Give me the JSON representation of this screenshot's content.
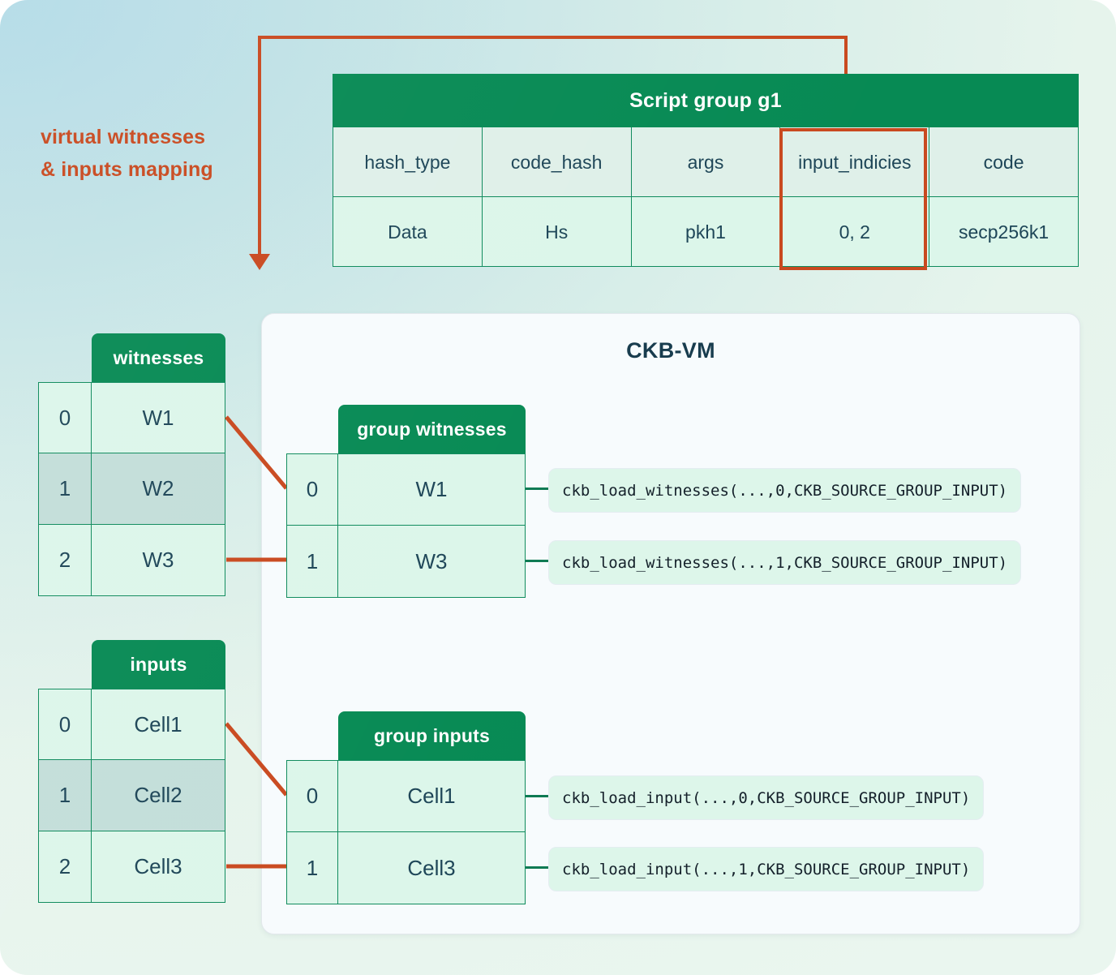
{
  "annotation": {
    "line1": "virtual witnesses",
    "line2": "& inputs mapping",
    "color": "#c9491f"
  },
  "script_group": {
    "title": "Script group g1",
    "columns": [
      "hash_type",
      "code_hash",
      "args",
      "input_indicies",
      "code"
    ],
    "values": [
      "Data",
      "Hs",
      "pkh1",
      "0, 2",
      "secp256k1"
    ],
    "highlighted_column": "input_indicies",
    "header_color": "#078a54"
  },
  "vm": {
    "title": "CKB-VM"
  },
  "witnesses": {
    "title": "witnesses",
    "rows": [
      {
        "index": "0",
        "value": "W1",
        "dim": false
      },
      {
        "index": "1",
        "value": "W2",
        "dim": true
      },
      {
        "index": "2",
        "value": "W3",
        "dim": false
      }
    ]
  },
  "group_witnesses": {
    "title": "group witnesses",
    "rows": [
      {
        "index": "0",
        "value": "W1"
      },
      {
        "index": "1",
        "value": "W3"
      }
    ],
    "calls": [
      "ckb_load_witnesses(...,0,CKB_SOURCE_GROUP_INPUT)",
      "ckb_load_witnesses(...,1,CKB_SOURCE_GROUP_INPUT)"
    ]
  },
  "inputs": {
    "title": "inputs",
    "rows": [
      {
        "index": "0",
        "value": "Cell1",
        "dim": false
      },
      {
        "index": "1",
        "value": "Cell2",
        "dim": true
      },
      {
        "index": "2",
        "value": "Cell3",
        "dim": false
      }
    ]
  },
  "group_inputs": {
    "title": "group inputs",
    "rows": [
      {
        "index": "0",
        "value": "Cell1"
      },
      {
        "index": "1",
        "value": "Cell3"
      }
    ],
    "calls": [
      "ckb_load_input(...,0,CKB_SOURCE_GROUP_INPUT)",
      "ckb_load_input(...,1,CKB_SOURCE_GROUP_INPUT)"
    ]
  }
}
